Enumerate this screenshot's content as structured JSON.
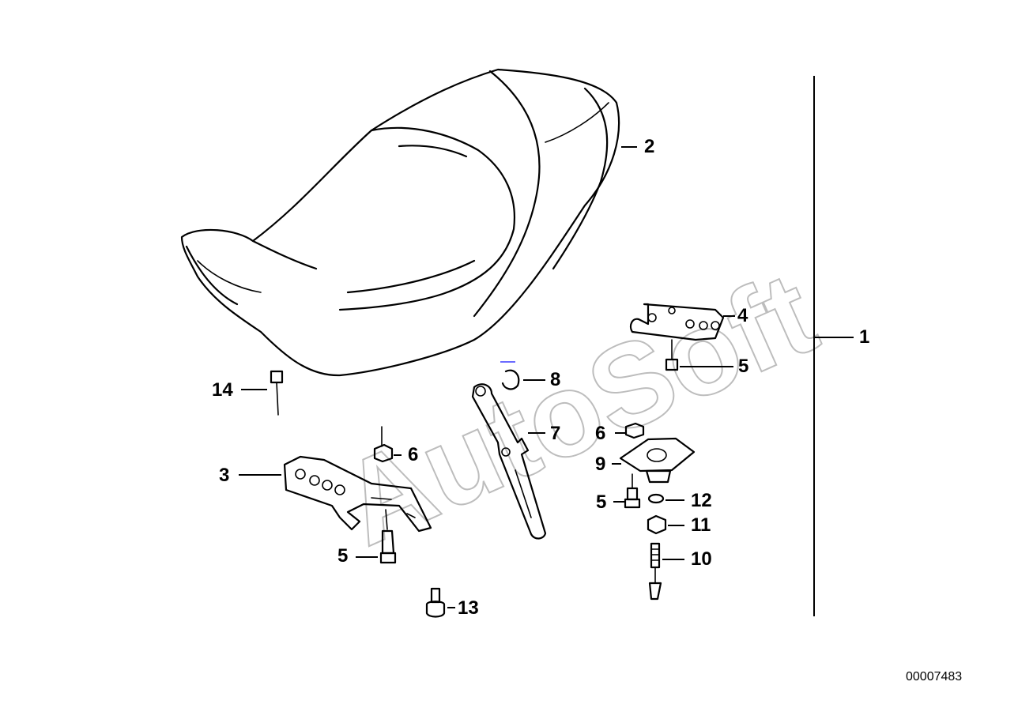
{
  "diagram": {
    "doc_number": "00007483",
    "watermark": "AutoSoft",
    "callouts": {
      "c1": "1",
      "c2": "2",
      "c3": "3",
      "c4": "4",
      "c5a": "5",
      "c5b": "5",
      "c5c": "5",
      "c6a": "6",
      "c6b": "6",
      "c7": "7",
      "c8": "8",
      "c9": "9",
      "c10": "10",
      "c11": "11",
      "c12": "12",
      "c13": "13",
      "c14": "14"
    }
  }
}
